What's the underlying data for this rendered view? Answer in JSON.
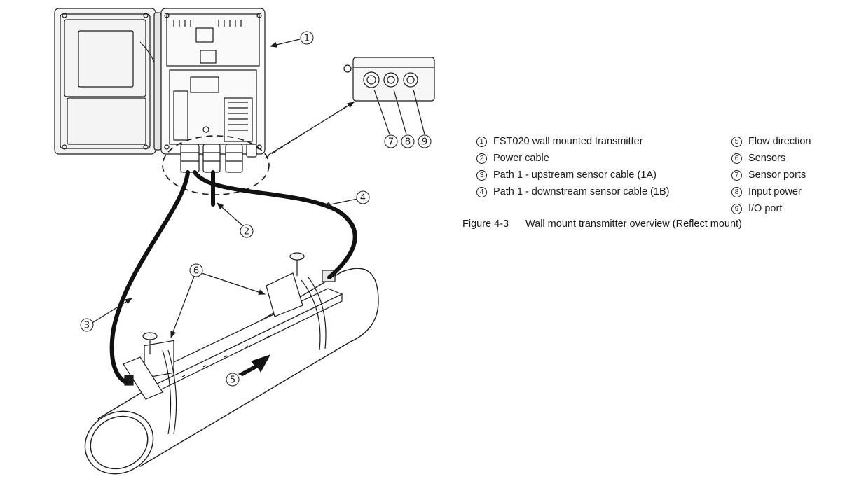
{
  "callouts": [
    "1",
    "2",
    "3",
    "4",
    "5",
    "6",
    "7",
    "8",
    "9"
  ],
  "legend": {
    "left": [
      {
        "num": "1",
        "label": "FST020 wall mounted transmitter"
      },
      {
        "num": "2",
        "label": "Power cable"
      },
      {
        "num": "3",
        "label": "Path 1 - upstream sensor cable (1A)"
      },
      {
        "num": "4",
        "label": "Path 1 - downstream sensor cable (1B)"
      }
    ],
    "right": [
      {
        "num": "5",
        "label": "Flow direction"
      },
      {
        "num": "6",
        "label": "Sensors"
      },
      {
        "num": "7",
        "label": "Sensor ports"
      },
      {
        "num": "8",
        "label": "Input power"
      },
      {
        "num": "9",
        "label": "I/O port"
      }
    ]
  },
  "caption": {
    "figure_label": "Figure 4-3",
    "text": "Wall mount transmitter overview (Reflect mount)"
  }
}
